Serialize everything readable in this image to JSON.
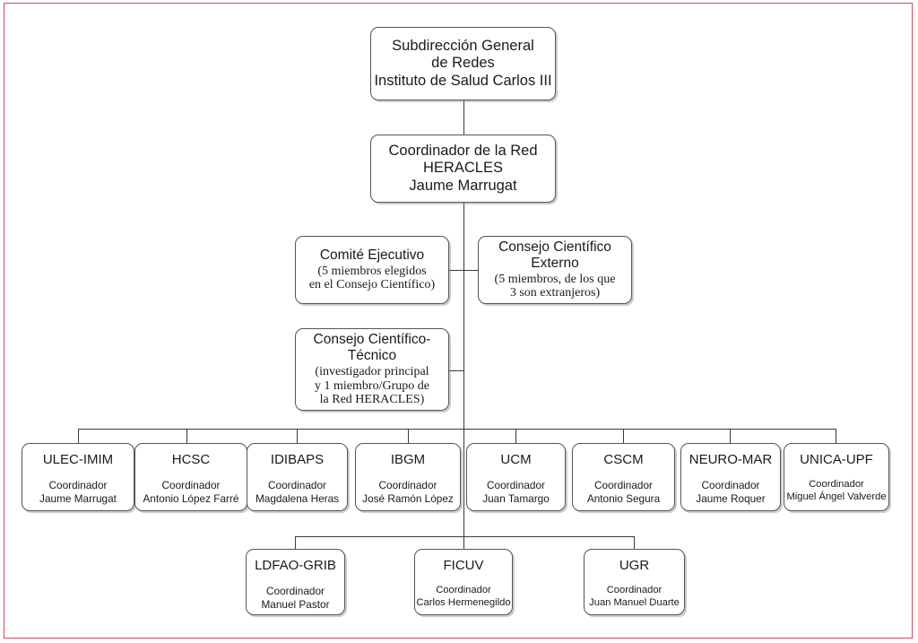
{
  "diagram": {
    "type": "organizational-chart",
    "frame_color": "#d2485a",
    "box_border_color": "#555555",
    "line_color": "#3a3a3a",
    "root": {
      "title": "Subdirección General\nde Redes\nInstituto de Salud Carlos III"
    },
    "coordinator": {
      "title": "Coordinador de la Red\nHERACLES\nJaume Marrugat"
    },
    "committees": [
      {
        "name": "comite-ejecutivo",
        "title": "Comité Ejecutivo",
        "detail": "(5 miembros elegidos\nen el Consejo Científico)"
      },
      {
        "name": "consejo-cientifico-externo",
        "title": "Consejo Científico\nExterno",
        "detail": "(5 miembros, de los que\n3 son extranjeros)"
      },
      {
        "name": "consejo-cientifico-tecnico",
        "title": "Consejo Científico-\nTécnico",
        "detail": "(investigador principal\ny 1 miembro/Grupo de\nla Red HERACLES)"
      }
    ],
    "role_label": "Coordinador",
    "units_row1": [
      {
        "name": "ULEC-IMIM",
        "role": "Coordinador",
        "person": "Jaume Marrugat"
      },
      {
        "name": "HCSC",
        "role": "Coordinador",
        "person": "Antonio López Farré"
      },
      {
        "name": "IDIBAPS",
        "role": "Coordinador",
        "person": "Magdalena Heras"
      },
      {
        "name": "IBGM",
        "role": "Coordinador",
        "person": "José Ramón López"
      },
      {
        "name": "UCM",
        "role": "Coordinador",
        "person": "Juan Tamargo"
      },
      {
        "name": "CSCM",
        "role": "Coordinador",
        "person": "Antonio Segura"
      },
      {
        "name": "NEURO-MAR",
        "role": "Coordinador",
        "person": "Jaume Roquer"
      },
      {
        "name": "UNICA-UPF",
        "role": "Coordinador",
        "person": "Miguel Ángel Valverde"
      }
    ],
    "units_row2": [
      {
        "name": "LDFAO-GRIB",
        "role": "Coordinador",
        "person": "Manuel Pastor"
      },
      {
        "name": "FICUV",
        "role": "Coordinador",
        "person": "Carlos Hermenegildo"
      },
      {
        "name": "UGR",
        "role": "Coordinador",
        "person": "Juan Manuel Duarte"
      }
    ]
  }
}
